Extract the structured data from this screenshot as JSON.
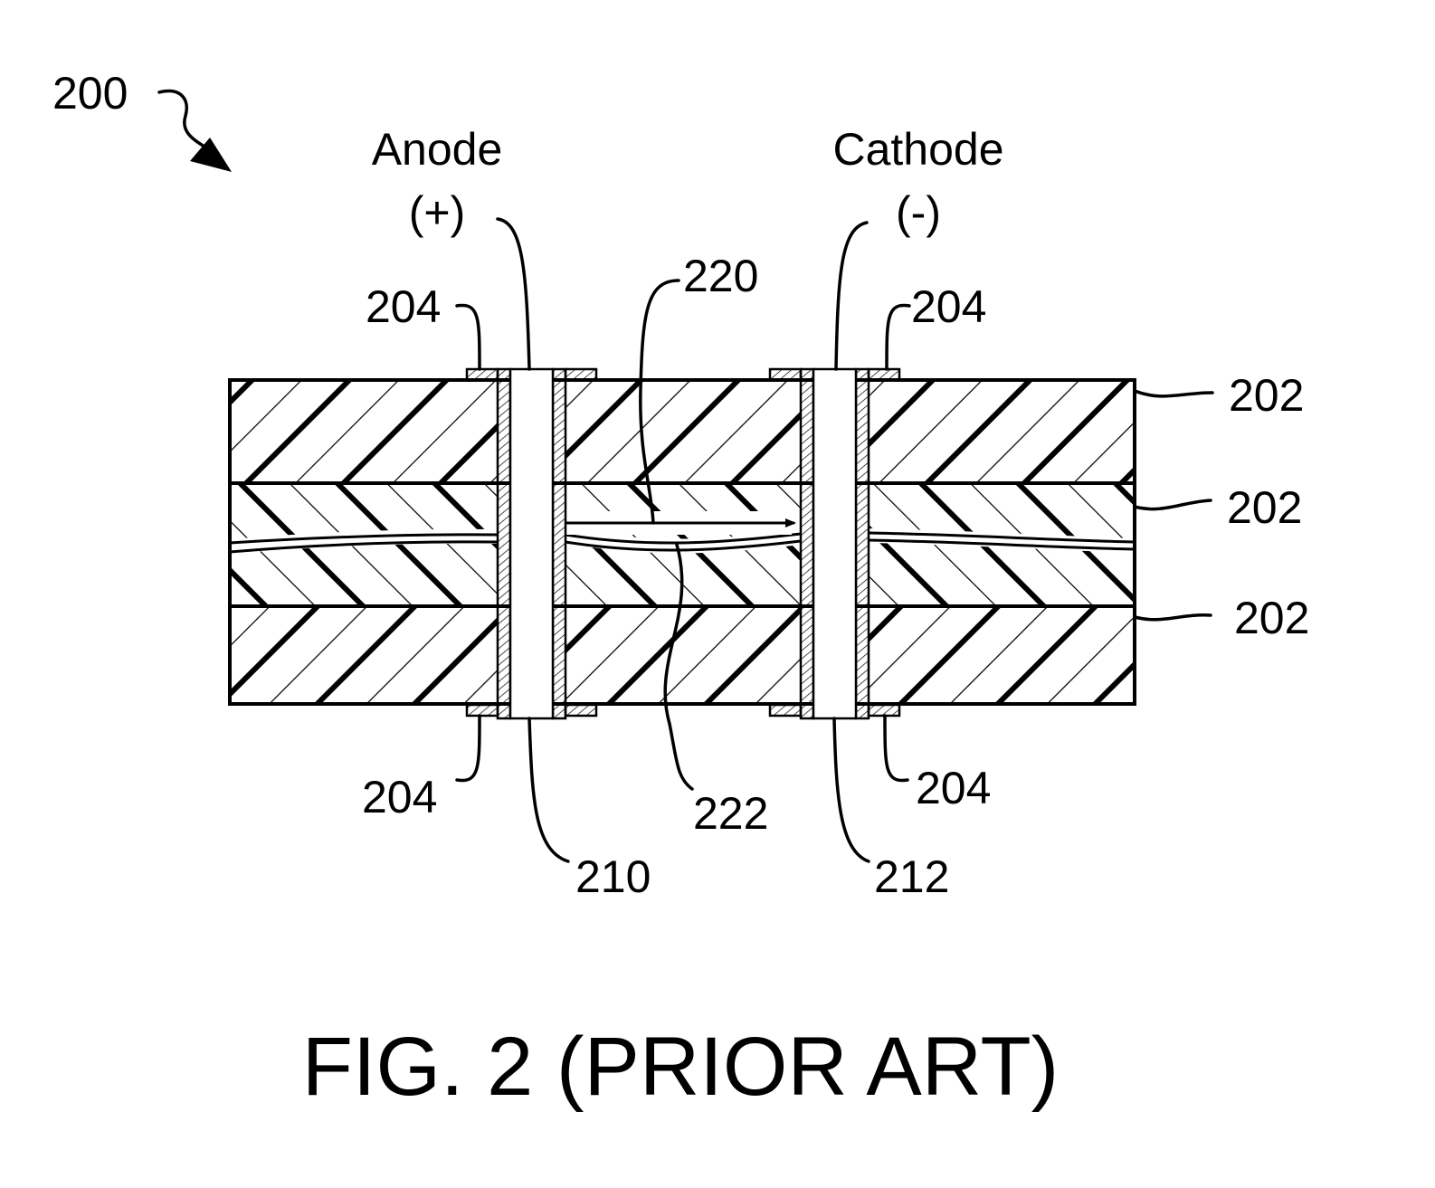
{
  "figure": {
    "ref": "200",
    "caption": "FIG. 2 (PRIOR ART)",
    "terminals": [
      {
        "name": "Anode",
        "polarity": "(+)"
      },
      {
        "name": "Cathode",
        "polarity": "(-)"
      }
    ],
    "labels": {
      "conductor_top_left": "204",
      "conductor_top_right": "204",
      "conductor_bottom_left": "204",
      "conductor_bottom_right": "204",
      "layer_top": "202",
      "layer_mid": "202",
      "layer_bottom": "202",
      "current_path": "220",
      "filament": "222",
      "via_anode": "210",
      "via_cathode": "212"
    }
  }
}
